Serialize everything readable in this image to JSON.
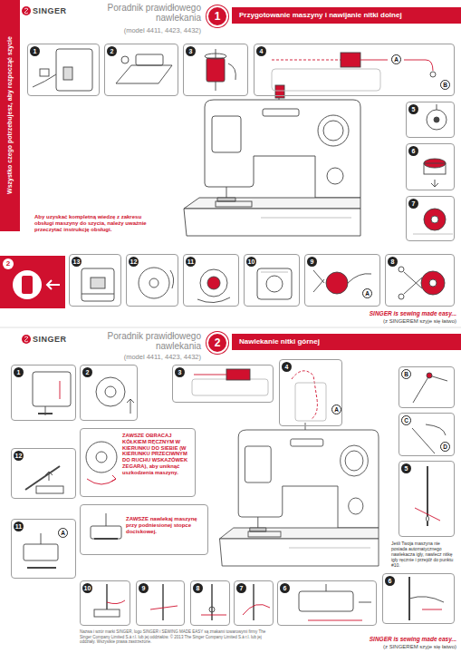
{
  "diagram": {
    "nodes": [
      {
        "text": [
          "Wszystko czego potrzebujesz, aby rozpocząć szycie"
        ]
      },
      {
        "text": [
          "1",
          "Przygotowanie maszyny i nawijanie nitki dolnej"
        ]
      },
      {
        "text": [
          "1"
        ]
      },
      {
        "text": [
          "2"
        ]
      },
      {
        "text": [
          "3"
        ]
      },
      {
        "text": [
          "4"
        ]
      },
      {
        "text": [
          "5"
        ]
      },
      {
        "text": [
          "6"
        ]
      },
      {
        "text": [
          "7"
        ]
      },
      {
        "text": [
          "2"
        ]
      },
      {
        "text": [
          "13"
        ]
      },
      {
        "text": [
          "12"
        ]
      },
      {
        "text": [
          "11"
        ]
      },
      {
        "text": [
          "10"
        ]
      },
      {
        "text": [
          "9"
        ]
      },
      {
        "text": [
          "8"
        ]
      },
      {
        "text": [
          "2",
          "Nawlekanie nitki górnej"
        ]
      },
      {
        "text": [
          "1"
        ]
      },
      {
        "text": [
          "2"
        ]
      },
      {
        "text": [
          "3"
        ]
      },
      {
        "text": [
          "4"
        ]
      },
      {
        "text": [
          "B"
        ]
      },
      {
        "text": [
          "C"
        ]
      },
      {
        "text": [
          "ZAWSZE OBRACAJ KÓŁKIEM RĘCZNYM W KIERUNKU DO SIEBIE (W KIERUNKU PRZECIWNYM DO RUCHU WSKAZÓWEK ZEGARA), aby uniknąć uszkodzenia maszyny."
        ]
      },
      {
        "text": [
          "12"
        ]
      },
      {
        "text": [
          "ZAWSZE nawlekaj maszynę przy podniesionej stopce dociskowej."
        ]
      },
      {
        "text": [
          "5"
        ]
      },
      {
        "text": [
          "11"
        ]
      },
      {
        "text": [
          "6"
        ]
      },
      {
        "text": [
          "10"
        ]
      },
      {
        "text": [
          "9"
        ]
      },
      {
        "text": [
          "8"
        ]
      },
      {
        "text": [
          "7"
        ]
      },
      {
        "text": [
          "6"
        ]
      }
    ],
    "labels": [
      "SINGER",
      "Poradnik prawidłowego nawlekania",
      "(model 4411, 4423, 4432)",
      "A",
      "B",
      "Aby uzyskać kompletną wiedzę z zakresu obsługi maszyny do szycia, należy uważnie przeczytać instrukcję obsługi.",
      "A",
      "SINGER is sewing made easy...",
      "(z SINGEREM szyje się łatwo)",
      "SINGER",
      "Poradnik prawidłowego nawlekania",
      "(model 4411, 4423, 4432)",
      "A",
      "D",
      "Jeśli Twoja maszyna nie posiada automatycznego nawlekacza igły, nawlecz nitkę igły ręcznie i przejdź do punktu #10.",
      "A",
      "Nazwa i wzór marki SINGER, logo SINGER i SEWING MADE EASY są znakami towarowymi firmy The Singer Company Limited S.à r.l. lub jej oddziałów. © 2013 The Singer Company Limited S.à r.l. lub jej oddziały. Wszystkie prawa zastrzeżone.",
      "SINGER is sewing made easy...",
      "(z SINGEREM szyje się łatwo)"
    ]
  }
}
